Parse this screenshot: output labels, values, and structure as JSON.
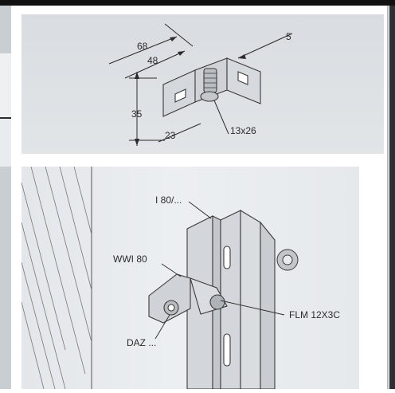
{
  "top_dimensions": {
    "width_outer": "68",
    "width_inner": "48",
    "thickness": "5",
    "height": "35",
    "slot_offset": "23",
    "slot_size": "13x26"
  },
  "assembly_labels": {
    "profile": "I 80/...",
    "bracket": "WWI 80",
    "nut": "FLM 12X3C",
    "anchor": "DAZ ..."
  }
}
